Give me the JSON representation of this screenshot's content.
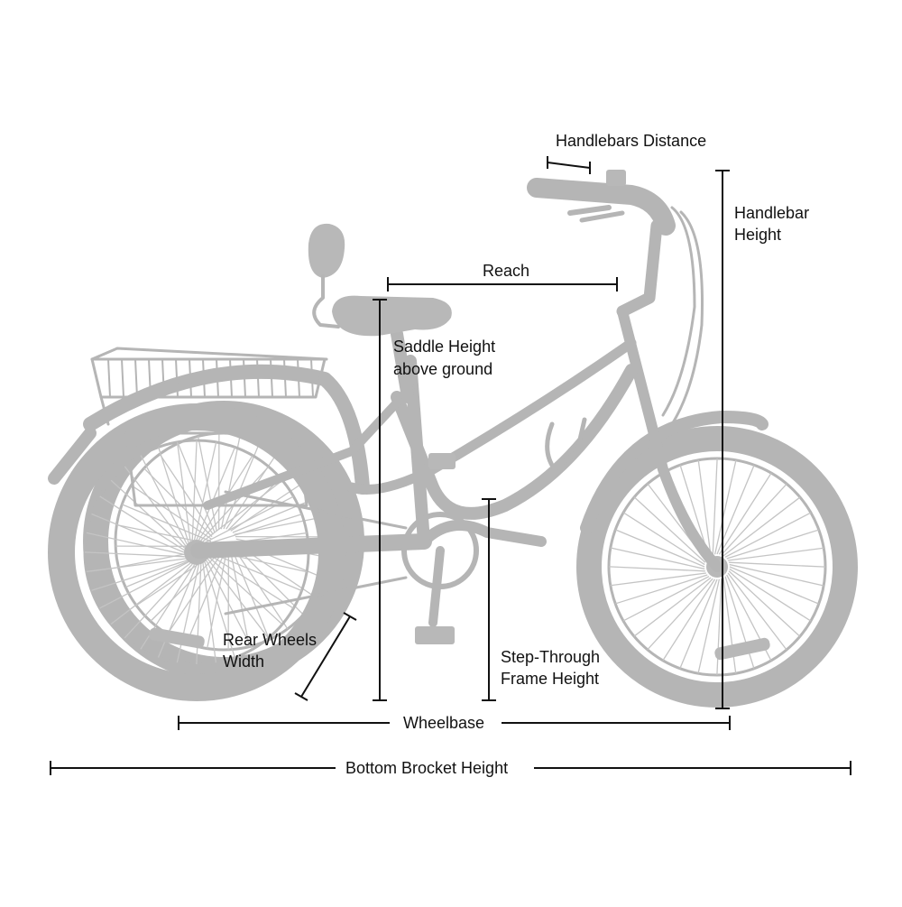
{
  "labels": {
    "handlebars_distance": "Handlebars Distance",
    "handlebar_height_1": "Handlebar",
    "handlebar_height_2": "Height",
    "reach": "Reach",
    "saddle_height_1": "Saddle Height",
    "saddle_height_2": "above ground",
    "rear_wheels_width_1": "Rear Wheels",
    "rear_wheels_width_2": "Width",
    "step_through_1": "Step-Through",
    "step_through_2": "Frame Height",
    "wheelbase": "Wheelbase",
    "bottom_bracket": "Bottom Brocket Height"
  },
  "colors": {
    "bike": "#b5b5b5",
    "dimension_lines": "#111111",
    "background": "#ffffff"
  }
}
